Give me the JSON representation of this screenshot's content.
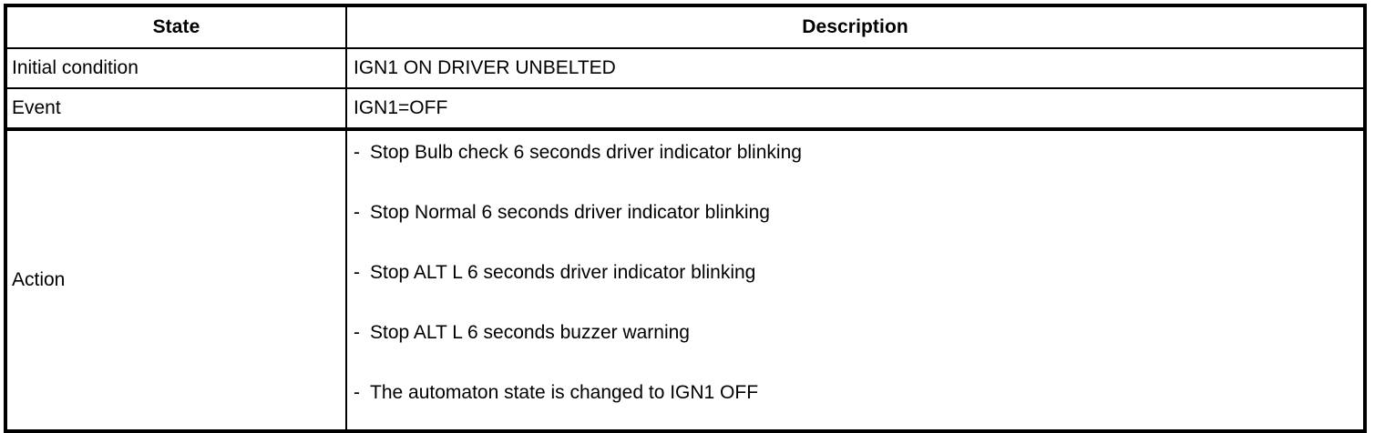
{
  "table": {
    "columns": [
      {
        "key": "state",
        "label": "State"
      },
      {
        "key": "description",
        "label": "Description"
      }
    ],
    "rows": [
      {
        "state": "Initial condition",
        "description": "IGN1 ON DRIVER UNBELTED"
      },
      {
        "state": "Event",
        "description": "IGN1=OFF"
      },
      {
        "state": "Action",
        "description_items": [
          {
            "marker": "-",
            "text": "Stop Bulb check 6 seconds driver indicator blinking"
          },
          {
            "marker": "-",
            "text": "Stop Normal 6 seconds driver indicator blinking"
          },
          {
            "marker": "-",
            "text": "Stop ALT L 6 seconds driver indicator blinking"
          },
          {
            "marker": "-",
            "text": "Stop ALT L 6 seconds buzzer warning"
          },
          {
            "marker": "-",
            "text": "The automaton state is changed to IGN1 OFF"
          }
        ]
      }
    ]
  },
  "colors": {
    "border": "#000000",
    "text": "#000000",
    "background": "#ffffff"
  }
}
